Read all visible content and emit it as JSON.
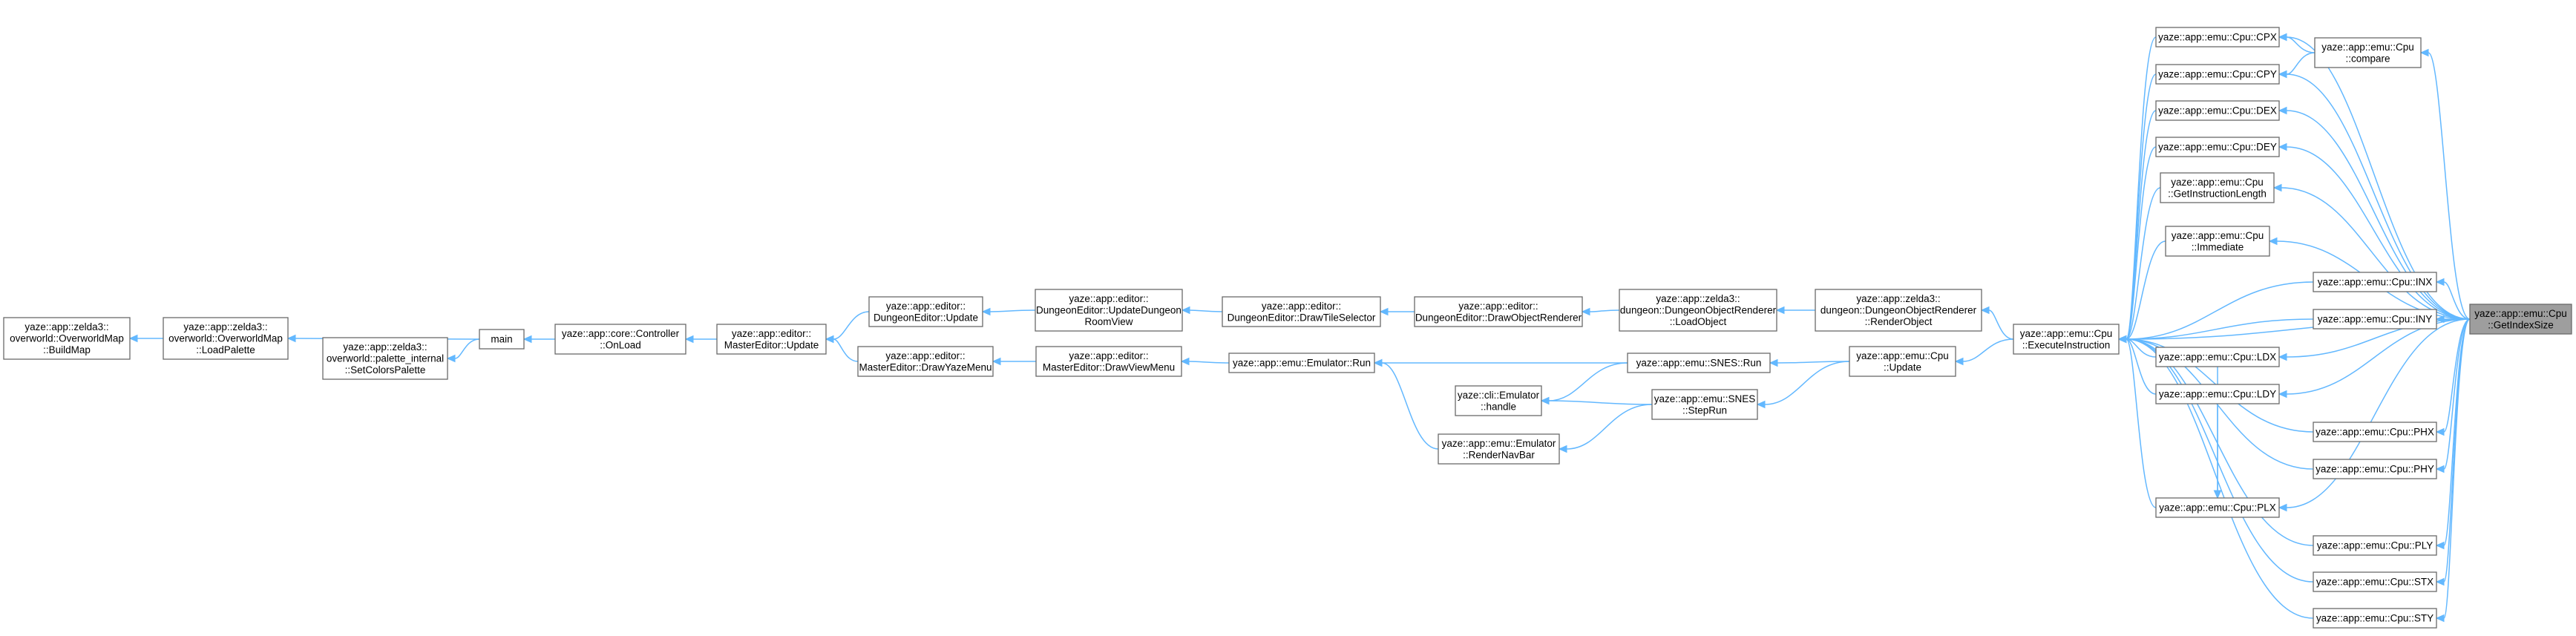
{
  "nodes": [
    {
      "id": "buildmap",
      "lines": [
        "yaze::app::zelda3::",
        "overworld::OverworldMap",
        "::BuildMap"
      ]
    },
    {
      "id": "loadpalette",
      "lines": [
        "yaze::app::zelda3::",
        "overworld::OverworldMap",
        "::LoadPalette"
      ]
    },
    {
      "id": "setcolorspalette",
      "lines": [
        "yaze::app::zelda3::",
        "overworld::palette_internal",
        "::SetColorsPalette"
      ]
    },
    {
      "id": "main",
      "lines": [
        "main"
      ]
    },
    {
      "id": "onload",
      "lines": [
        "yaze::app::core::Controller",
        "::OnLoad"
      ]
    },
    {
      "id": "mastereditor-update",
      "lines": [
        "yaze::app::editor::",
        "MasterEditor::Update"
      ]
    },
    {
      "id": "dungeoneditor-update",
      "lines": [
        "yaze::app::editor::",
        "DungeonEditor::Update"
      ]
    },
    {
      "id": "drawyazemenu",
      "lines": [
        "yaze::app::editor::",
        "MasterEditor::DrawYazeMenu"
      ]
    },
    {
      "id": "updatedungeonroomview",
      "lines": [
        "yaze::app::editor::",
        "DungeonEditor::UpdateDungeon",
        "RoomView"
      ]
    },
    {
      "id": "drawviewmenu",
      "lines": [
        "yaze::app::editor::",
        "MasterEditor::DrawViewMenu"
      ]
    },
    {
      "id": "drawtileselector",
      "lines": [
        "yaze::app::editor::",
        "DungeonEditor::DrawTileSelector"
      ]
    },
    {
      "id": "emulator-run",
      "lines": [
        "yaze::app::emu::Emulator::Run"
      ]
    },
    {
      "id": "drawobjectrenderer",
      "lines": [
        "yaze::app::editor::",
        "DungeonEditor::DrawObjectRenderer"
      ]
    },
    {
      "id": "cli-handle",
      "lines": [
        "yaze::cli::Emulator",
        "::handle"
      ]
    },
    {
      "id": "rendernavbar",
      "lines": [
        "yaze::app::emu::Emulator",
        "::RenderNavBar"
      ]
    },
    {
      "id": "loadobject",
      "lines": [
        "yaze::app::zelda3::",
        "dungeon::DungeonObjectRenderer",
        "::LoadObject"
      ]
    },
    {
      "id": "snes-run",
      "lines": [
        "yaze::app::emu::SNES::Run"
      ]
    },
    {
      "id": "steprun",
      "lines": [
        "yaze::app::emu::SNES",
        "::StepRun"
      ]
    },
    {
      "id": "renderobject",
      "lines": [
        "yaze::app::zelda3::",
        "dungeon::DungeonObjectRenderer",
        "::RenderObject"
      ]
    },
    {
      "id": "cpu-update",
      "lines": [
        "yaze::app::emu::Cpu",
        "::Update"
      ]
    },
    {
      "id": "executeinstruction",
      "lines": [
        "yaze::app::emu::Cpu",
        "::ExecuteInstruction"
      ]
    },
    {
      "id": "cpx",
      "lines": [
        "yaze::app::emu::Cpu::CPX"
      ]
    },
    {
      "id": "cpy",
      "lines": [
        "yaze::app::emu::Cpu::CPY"
      ]
    },
    {
      "id": "dex",
      "lines": [
        "yaze::app::emu::Cpu::DEX"
      ]
    },
    {
      "id": "dey",
      "lines": [
        "yaze::app::emu::Cpu::DEY"
      ]
    },
    {
      "id": "getinstructionlength",
      "lines": [
        "yaze::app::emu::Cpu",
        "::GetInstructionLength"
      ]
    },
    {
      "id": "immediate",
      "lines": [
        "yaze::app::emu::Cpu",
        "::Immediate"
      ]
    },
    {
      "id": "ldx",
      "lines": [
        "yaze::app::emu::Cpu::LDX"
      ]
    },
    {
      "id": "ldy",
      "lines": [
        "yaze::app::emu::Cpu::LDY"
      ]
    },
    {
      "id": "plx",
      "lines": [
        "yaze::app::emu::Cpu::PLX"
      ]
    },
    {
      "id": "compare",
      "lines": [
        "yaze::app::emu::Cpu",
        "::compare"
      ]
    },
    {
      "id": "inx",
      "lines": [
        "yaze::app::emu::Cpu::INX"
      ]
    },
    {
      "id": "iny",
      "lines": [
        "yaze::app::emu::Cpu::INY"
      ]
    },
    {
      "id": "phx",
      "lines": [
        "yaze::app::emu::Cpu::PHX"
      ]
    },
    {
      "id": "phy",
      "lines": [
        "yaze::app::emu::Cpu::PHY"
      ]
    },
    {
      "id": "ply",
      "lines": [
        "yaze::app::emu::Cpu::PLY"
      ]
    },
    {
      "id": "stx",
      "lines": [
        "yaze::app::emu::Cpu::STX"
      ]
    },
    {
      "id": "sty",
      "lines": [
        "yaze::app::emu::Cpu::STY"
      ]
    },
    {
      "id": "getindexsize",
      "lines": [
        "yaze::app::emu::Cpu",
        "::GetIndexSize"
      ],
      "focus": true
    }
  ],
  "edges": [
    [
      "loadpalette",
      "buildmap"
    ],
    [
      "main",
      "loadpalette"
    ],
    [
      "main",
      "setcolorspalette"
    ],
    [
      "onload",
      "main"
    ],
    [
      "mastereditor-update",
      "onload"
    ],
    [
      "dungeoneditor-update",
      "mastereditor-update"
    ],
    [
      "drawyazemenu",
      "mastereditor-update"
    ],
    [
      "updatedungeonroomview",
      "dungeoneditor-update"
    ],
    [
      "drawviewmenu",
      "drawyazemenu"
    ],
    [
      "drawtileselector",
      "updatedungeonroomview"
    ],
    [
      "emulator-run",
      "drawviewmenu"
    ],
    [
      "drawobjectrenderer",
      "drawtileselector"
    ],
    [
      "snes-run",
      "emulator-run"
    ],
    [
      "snes-run",
      "cli-handle"
    ],
    [
      "steprun",
      "cli-handle"
    ],
    [
      "steprun",
      "rendernavbar"
    ],
    [
      "rendernavbar",
      "emulator-run"
    ],
    [
      "loadobject",
      "drawobjectrenderer"
    ],
    [
      "renderobject",
      "loadobject"
    ],
    [
      "cpu-update",
      "snes-run"
    ],
    [
      "cpu-update",
      "steprun"
    ],
    [
      "executeinstruction",
      "renderobject"
    ],
    [
      "executeinstruction",
      "cpu-update"
    ],
    [
      "cpx",
      "executeinstruction"
    ],
    [
      "cpy",
      "executeinstruction"
    ],
    [
      "dex",
      "executeinstruction"
    ],
    [
      "dey",
      "executeinstruction"
    ],
    [
      "getinstructionlength",
      "executeinstruction"
    ],
    [
      "immediate",
      "executeinstruction"
    ],
    [
      "inx",
      "executeinstruction"
    ],
    [
      "iny",
      "executeinstruction"
    ],
    [
      "ldx",
      "executeinstruction"
    ],
    [
      "ldy",
      "executeinstruction"
    ],
    [
      "phx",
      "executeinstruction"
    ],
    [
      "phy",
      "executeinstruction"
    ],
    [
      "plx",
      "executeinstruction"
    ],
    [
      "ply",
      "executeinstruction"
    ],
    [
      "stx",
      "executeinstruction"
    ],
    [
      "sty",
      "executeinstruction"
    ],
    [
      "compare",
      "cpx"
    ],
    [
      "compare",
      "cpy"
    ],
    [
      "ldx",
      "plx"
    ],
    [
      "ldy",
      "plx"
    ],
    [
      "getindexsize",
      "compare"
    ],
    [
      "getindexsize",
      "cpx"
    ],
    [
      "getindexsize",
      "cpy"
    ],
    [
      "getindexsize",
      "dex"
    ],
    [
      "getindexsize",
      "dey"
    ],
    [
      "getindexsize",
      "getinstructionlength"
    ],
    [
      "getindexsize",
      "immediate"
    ],
    [
      "getindexsize",
      "inx"
    ],
    [
      "getindexsize",
      "iny"
    ],
    [
      "getindexsize",
      "ldx"
    ],
    [
      "getindexsize",
      "ldy"
    ],
    [
      "getindexsize",
      "phx"
    ],
    [
      "getindexsize",
      "phy"
    ],
    [
      "getindexsize",
      "plx"
    ],
    [
      "getindexsize",
      "ply"
    ],
    [
      "getindexsize",
      "stx"
    ],
    [
      "getindexsize",
      "sty"
    ],
    [
      "getindexsize",
      "executeinstruction"
    ]
  ]
}
